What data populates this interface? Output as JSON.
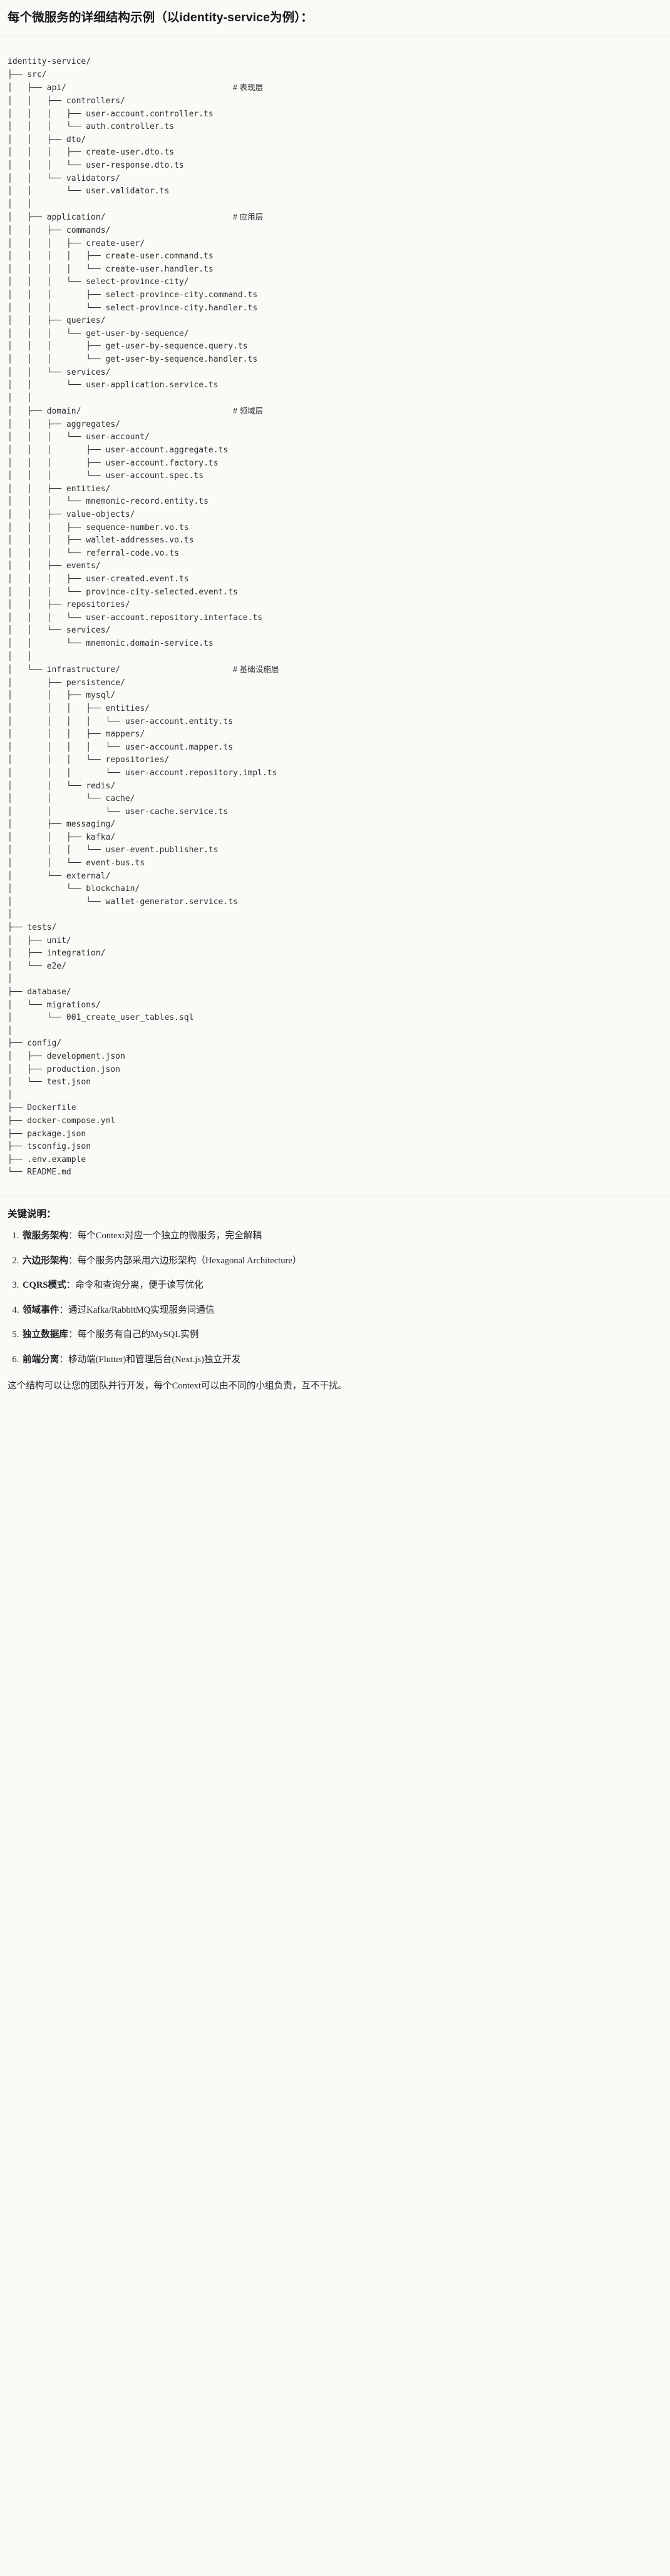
{
  "document": {
    "title": "每个微服务的详细结构示例（以identity-service为例）："
  },
  "tree": {
    "root": "identity-service/",
    "lines": [
      {
        "text": "identity-service/",
        "comment": ""
      },
      {
        "text": "├── src/",
        "comment": ""
      },
      {
        "text": "│   ├── api/",
        "comment": "# 表现层"
      },
      {
        "text": "│   │   ├── controllers/",
        "comment": ""
      },
      {
        "text": "│   │   │   ├── user-account.controller.ts",
        "comment": ""
      },
      {
        "text": "│   │   │   └── auth.controller.ts",
        "comment": ""
      },
      {
        "text": "│   │   ├── dto/",
        "comment": ""
      },
      {
        "text": "│   │   │   ├── create-user.dto.ts",
        "comment": ""
      },
      {
        "text": "│   │   │   └── user-response.dto.ts",
        "comment": ""
      },
      {
        "text": "│   │   └── validators/",
        "comment": ""
      },
      {
        "text": "│   │       └── user.validator.ts",
        "comment": ""
      },
      {
        "text": "│   │",
        "comment": ""
      },
      {
        "text": "│   ├── application/",
        "comment": "# 应用层"
      },
      {
        "text": "│   │   ├── commands/",
        "comment": ""
      },
      {
        "text": "│   │   │   ├── create-user/",
        "comment": ""
      },
      {
        "text": "│   │   │   │   ├── create-user.command.ts",
        "comment": ""
      },
      {
        "text": "│   │   │   │   └── create-user.handler.ts",
        "comment": ""
      },
      {
        "text": "│   │   │   └── select-province-city/",
        "comment": ""
      },
      {
        "text": "│   │   │       ├── select-province-city.command.ts",
        "comment": ""
      },
      {
        "text": "│   │   │       └── select-province-city.handler.ts",
        "comment": ""
      },
      {
        "text": "│   │   ├── queries/",
        "comment": ""
      },
      {
        "text": "│   │   │   └── get-user-by-sequence/",
        "comment": ""
      },
      {
        "text": "│   │   │       ├── get-user-by-sequence.query.ts",
        "comment": ""
      },
      {
        "text": "│   │   │       └── get-user-by-sequence.handler.ts",
        "comment": ""
      },
      {
        "text": "│   │   └── services/",
        "comment": ""
      },
      {
        "text": "│   │       └── user-application.service.ts",
        "comment": ""
      },
      {
        "text": "│   │",
        "comment": ""
      },
      {
        "text": "│   ├── domain/",
        "comment": "# 领域层"
      },
      {
        "text": "│   │   ├── aggregates/",
        "comment": ""
      },
      {
        "text": "│   │   │   └── user-account/",
        "comment": ""
      },
      {
        "text": "│   │   │       ├── user-account.aggregate.ts",
        "comment": ""
      },
      {
        "text": "│   │   │       ├── user-account.factory.ts",
        "comment": ""
      },
      {
        "text": "│   │   │       └── user-account.spec.ts",
        "comment": ""
      },
      {
        "text": "│   │   ├── entities/",
        "comment": ""
      },
      {
        "text": "│   │   │   └── mnemonic-record.entity.ts",
        "comment": ""
      },
      {
        "text": "│   │   ├── value-objects/",
        "comment": ""
      },
      {
        "text": "│   │   │   ├── sequence-number.vo.ts",
        "comment": ""
      },
      {
        "text": "│   │   │   ├── wallet-addresses.vo.ts",
        "comment": ""
      },
      {
        "text": "│   │   │   └── referral-code.vo.ts",
        "comment": ""
      },
      {
        "text": "│   │   ├── events/",
        "comment": ""
      },
      {
        "text": "│   │   │   ├── user-created.event.ts",
        "comment": ""
      },
      {
        "text": "│   │   │   └── province-city-selected.event.ts",
        "comment": ""
      },
      {
        "text": "│   │   ├── repositories/",
        "comment": ""
      },
      {
        "text": "│   │   │   └── user-account.repository.interface.ts",
        "comment": ""
      },
      {
        "text": "│   │   └── services/",
        "comment": ""
      },
      {
        "text": "│   │       └── mnemonic.domain-service.ts",
        "comment": ""
      },
      {
        "text": "│   │",
        "comment": ""
      },
      {
        "text": "│   └── infrastructure/",
        "comment": "# 基础设施层"
      },
      {
        "text": "│       ├── persistence/",
        "comment": ""
      },
      {
        "text": "│       │   ├── mysql/",
        "comment": ""
      },
      {
        "text": "│       │   │   ├── entities/",
        "comment": ""
      },
      {
        "text": "│       │   │   │   └── user-account.entity.ts",
        "comment": ""
      },
      {
        "text": "│       │   │   ├── mappers/",
        "comment": ""
      },
      {
        "text": "│       │   │   │   └── user-account.mapper.ts",
        "comment": ""
      },
      {
        "text": "│       │   │   └── repositories/",
        "comment": ""
      },
      {
        "text": "│       │   │       └── user-account.repository.impl.ts",
        "comment": ""
      },
      {
        "text": "│       │   └── redis/",
        "comment": ""
      },
      {
        "text": "│       │       └── cache/",
        "comment": ""
      },
      {
        "text": "│       │           └── user-cache.service.ts",
        "comment": ""
      },
      {
        "text": "│       ├── messaging/",
        "comment": ""
      },
      {
        "text": "│       │   ├── kafka/",
        "comment": ""
      },
      {
        "text": "│       │   │   └── user-event.publisher.ts",
        "comment": ""
      },
      {
        "text": "│       │   └── event-bus.ts",
        "comment": ""
      },
      {
        "text": "│       └── external/",
        "comment": ""
      },
      {
        "text": "│           └── blockchain/",
        "comment": ""
      },
      {
        "text": "│               └── wallet-generator.service.ts",
        "comment": ""
      },
      {
        "text": "│",
        "comment": ""
      },
      {
        "text": "├── tests/",
        "comment": ""
      },
      {
        "text": "│   ├── unit/",
        "comment": ""
      },
      {
        "text": "│   ├── integration/",
        "comment": ""
      },
      {
        "text": "│   └── e2e/",
        "comment": ""
      },
      {
        "text": "│",
        "comment": ""
      },
      {
        "text": "├── database/",
        "comment": ""
      },
      {
        "text": "│   └── migrations/",
        "comment": ""
      },
      {
        "text": "│       └── 001_create_user_tables.sql",
        "comment": ""
      },
      {
        "text": "│",
        "comment": ""
      },
      {
        "text": "├── config/",
        "comment": ""
      },
      {
        "text": "│   ├── development.json",
        "comment": ""
      },
      {
        "text": "│   ├── production.json",
        "comment": ""
      },
      {
        "text": "│   └── test.json",
        "comment": ""
      },
      {
        "text": "│",
        "comment": ""
      },
      {
        "text": "├── Dockerfile",
        "comment": ""
      },
      {
        "text": "├── docker-compose.yml",
        "comment": ""
      },
      {
        "text": "├── package.json",
        "comment": ""
      },
      {
        "text": "├── tsconfig.json",
        "comment": ""
      },
      {
        "text": "├── .env.example",
        "comment": ""
      },
      {
        "text": "└── README.md",
        "comment": ""
      }
    ]
  },
  "notes": {
    "heading": "关键说明：",
    "items": [
      {
        "term": "微服务架构",
        "body": "：每个Context对应一个独立的微服务，完全解耦"
      },
      {
        "term": "六边形架构",
        "body": "：每个服务内部采用六边形架构（Hexagonal Architecture）"
      },
      {
        "term": "CQRS模式",
        "body": "：命令和查询分离，便于读写优化"
      },
      {
        "term": "领域事件",
        "body": "：通过Kafka/RabbitMQ实现服务间通信"
      },
      {
        "term": "独立数据库",
        "body": "：每个服务有自己的MySQL实例"
      },
      {
        "term": "前端分离",
        "body": "：移动端(Flutter)和管理后台(Next.js)独立开发"
      }
    ],
    "footer": "这个结构可以让您的团队并行开发，每个Context可以由不同的小组负责，互不干扰。"
  },
  "theme": {
    "background": "#fbfaf7",
    "text": "#1f2328",
    "mono_text": "#2c2f33",
    "divider": "#e6e4df"
  }
}
